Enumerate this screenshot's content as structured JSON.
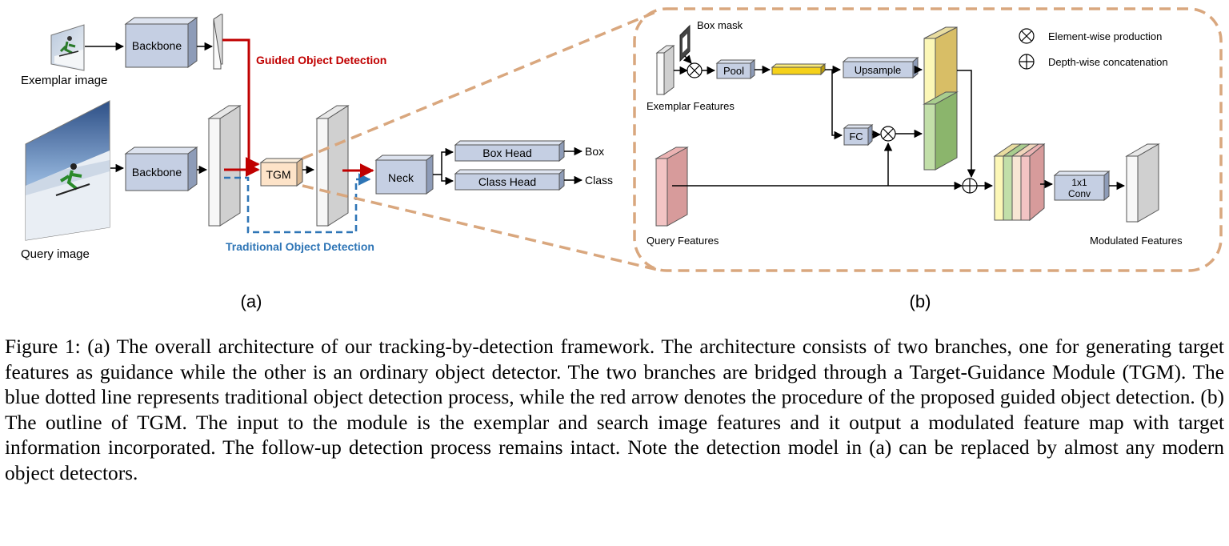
{
  "part_a": {
    "exemplar_image_label": "Exemplar image",
    "query_image_label": "Query image",
    "backbone_top_label": "Backbone",
    "backbone_bottom_label": "Backbone",
    "tgm_label": "TGM",
    "neck_label": "Neck",
    "box_head_label": "Box Head",
    "class_head_label": "Class Head",
    "box_output_label": "Box",
    "class_output_label": "Class",
    "guided_label": "Guided Object Detection",
    "traditional_label": "Traditional Object Detection",
    "sub_label": "(a)"
  },
  "part_b": {
    "box_mask_label": "Box mask",
    "exemplar_features_label": "Exemplar Features",
    "pool_label": "Pool",
    "upsample_label": "Upsample",
    "fc_label": "FC",
    "query_features_label": "Query Features",
    "conv_label_line1": "1x1",
    "conv_label_line2": "Conv",
    "modulated_features_label": "Modulated Features",
    "legend_product": "Element-wise production",
    "legend_concat": "Depth-wise concatenation",
    "sub_label": "(b)"
  },
  "colors": {
    "guided_red": "#c00000",
    "traditional_blue": "#2e75b6",
    "zoom_tan": "#d9a77e",
    "block_blue": "#c5cfe3",
    "tgm_orange": "#fde3c8",
    "pool_output_yellow": "#f5d11a",
    "upsample_yellow": "#fcf7b7",
    "fc_green": "#c2dfa9",
    "query_pink": "#f3c4c4"
  },
  "caption": "Figure 1: (a) The overall architecture of our tracking-by-detection framework. The architecture consists of two branches, one for generating target features as guidance while the other is an ordinary object detector. The two branches are bridged through a Target-Guidance Module (TGM). The blue dotted line represents traditional object detection process, while the red arrow denotes the procedure of the proposed guided object detection. (b) The outline of TGM. The input to the module is the exemplar and search image features and it output a modulated feature map with target information incorporated. The follow-up detection process remains intact. Note the detection model in (a) can be replaced by almost any modern object detectors."
}
